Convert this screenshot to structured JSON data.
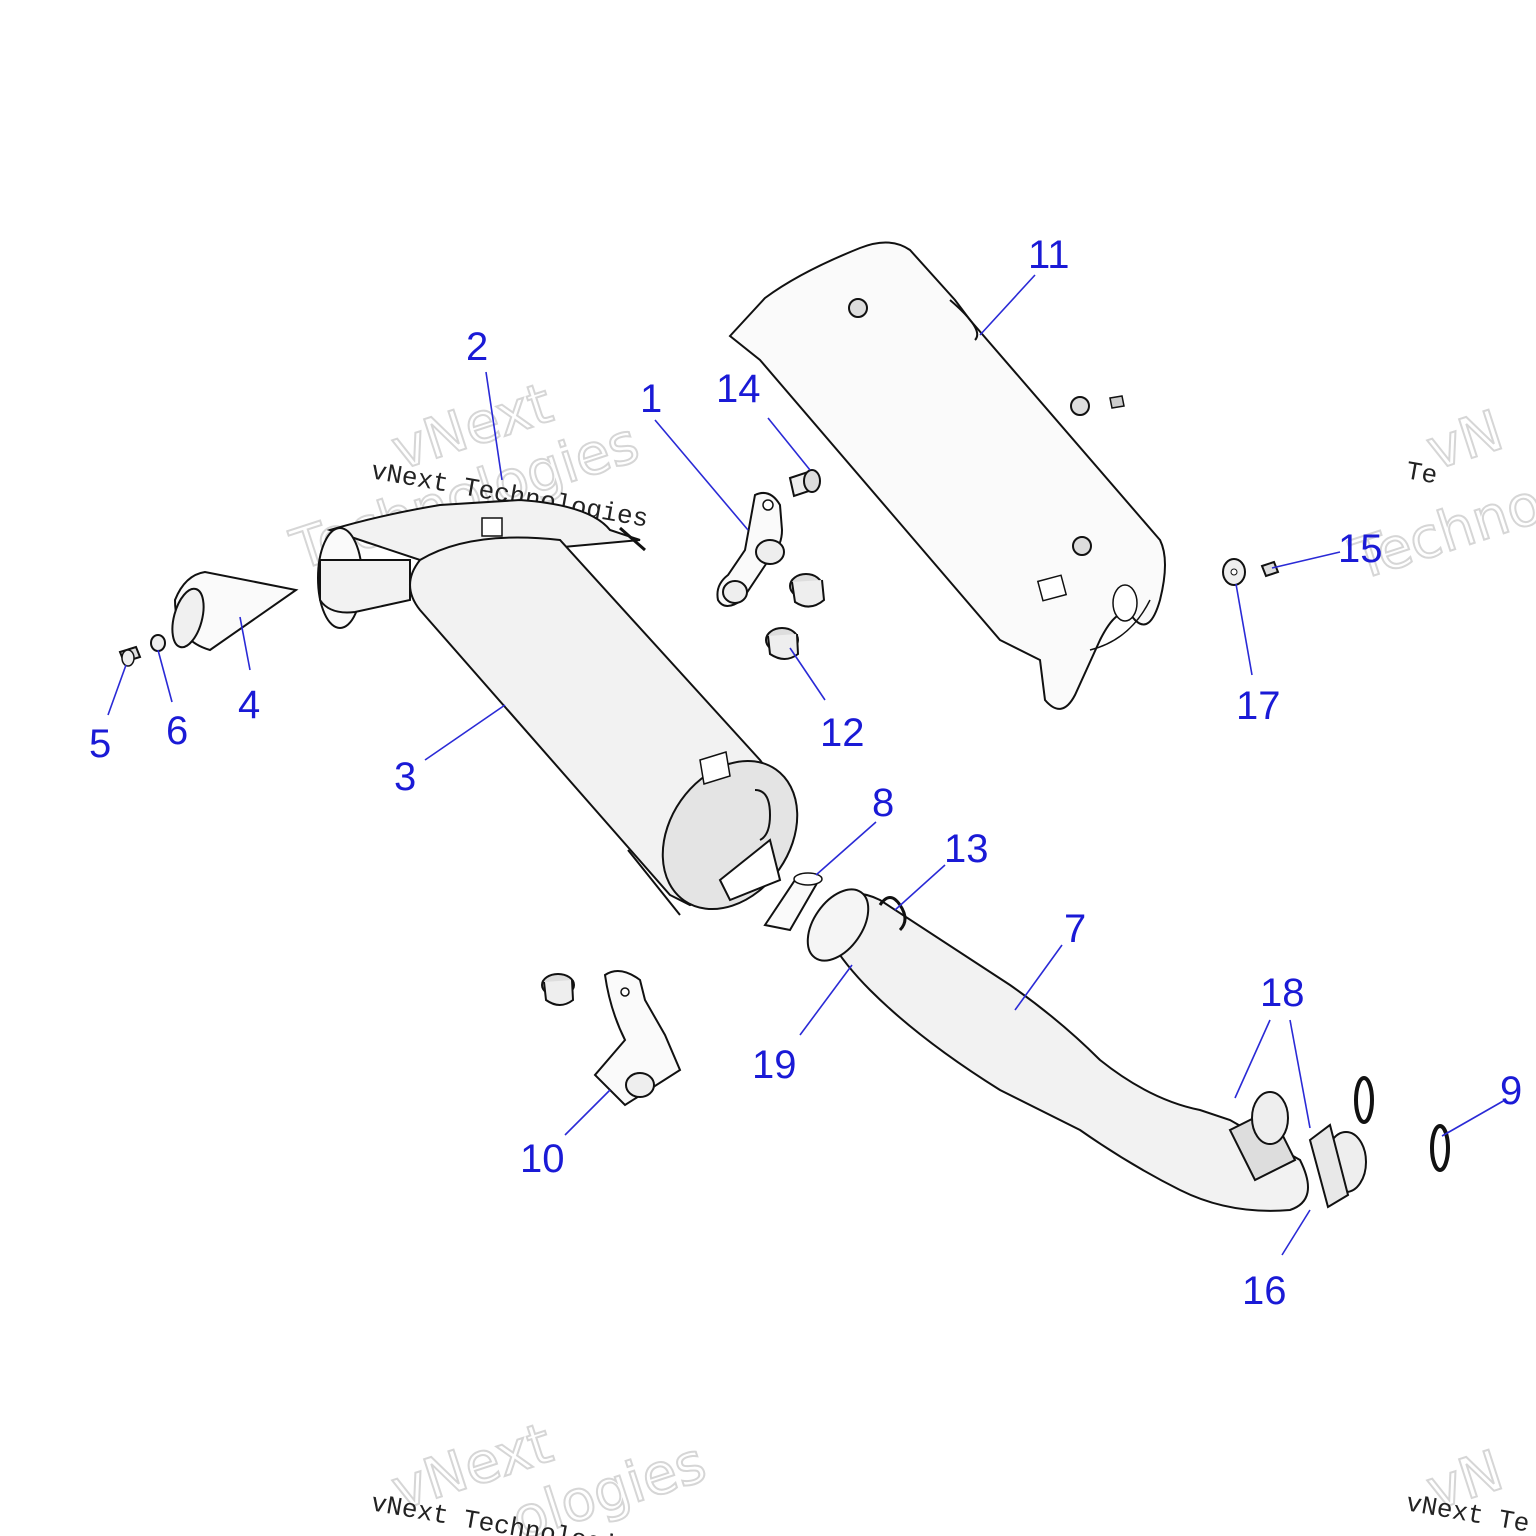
{
  "watermark": {
    "company": "vNext Technologies",
    "line1": "vNext",
    "line2": "Technologies",
    "partial_right_1": "vN",
    "partial_right_2": "Te",
    "partial_right_3": "Techno",
    "partial_bottom_1": "vNext",
    "partial_bottom_2": "ologies",
    "partial_bottom_3": "vNext Technologies",
    "partial_bottom_4": "vN",
    "partial_bottom_5": "vNext Te"
  },
  "labels": {
    "p1": "1",
    "p2": "2",
    "p3": "3",
    "p4": "4",
    "p5": "5",
    "p6": "6",
    "p7": "7",
    "p8": "8",
    "p9": "9",
    "p10": "10",
    "p11": "11",
    "p12": "12",
    "p13": "13",
    "p14": "14",
    "p15": "15",
    "p16": "16",
    "p17": "17",
    "p18": "18",
    "p19": "19"
  },
  "colors": {
    "label": "#1a1ad6",
    "leader": "#2a2ad6",
    "outline": "#111111",
    "watermark_outline": "#d6d6d6"
  }
}
